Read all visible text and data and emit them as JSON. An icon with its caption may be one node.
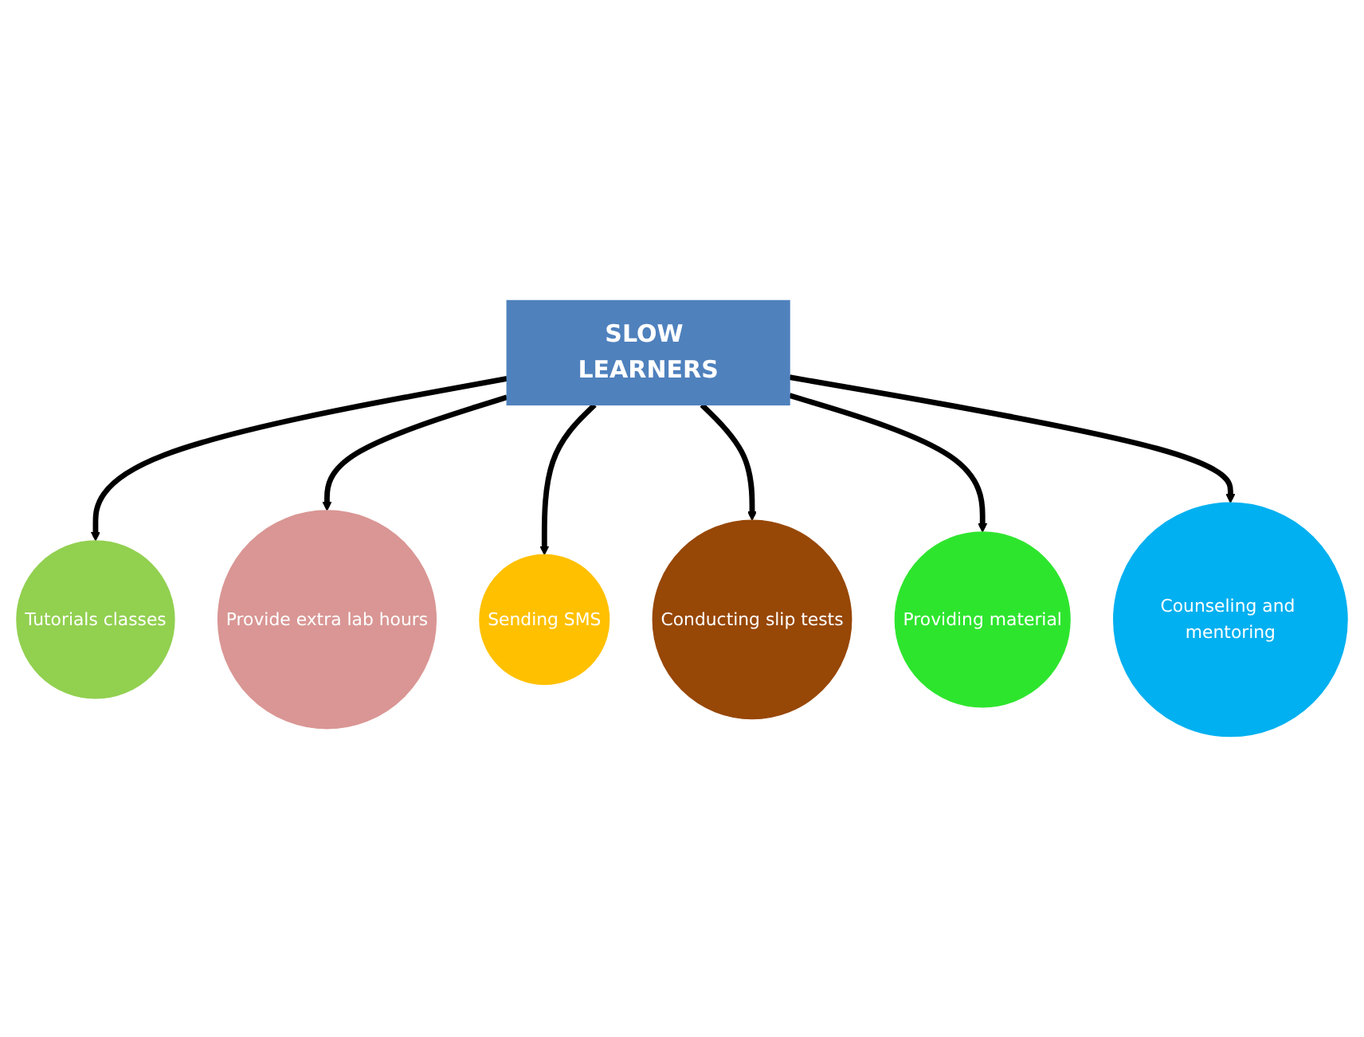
{
  "diagram": {
    "nodes": [
      {
        "text": [
          "Tutorials classes"
        ]
      },
      {
        "text": [
          "Provide extra lab hours"
        ]
      },
      {
        "text": [
          "Sending SMS"
        ]
      },
      {
        "text": [
          "SLOW LEARNERS"
        ]
      },
      {
        "text": [
          "Conducting slip tests"
        ]
      },
      {
        "text": [
          "Providing material"
        ]
      },
      {
        "text": [
          "Counseling and mentoring"
        ]
      }
    ],
    "edges": [
      {
        "from": 3,
        "to": 0,
        "arrow": "to"
      },
      {
        "from": 3,
        "to": 1,
        "arrow": "to"
      },
      {
        "from": 3,
        "to": 2,
        "arrow": "to"
      },
      {
        "from": 3,
        "to": 4,
        "arrow": "to"
      },
      {
        "from": 3,
        "to": 5,
        "arrow": "to"
      },
      {
        "from": 3,
        "to": 6,
        "arrow": "to"
      }
    ]
  }
}
